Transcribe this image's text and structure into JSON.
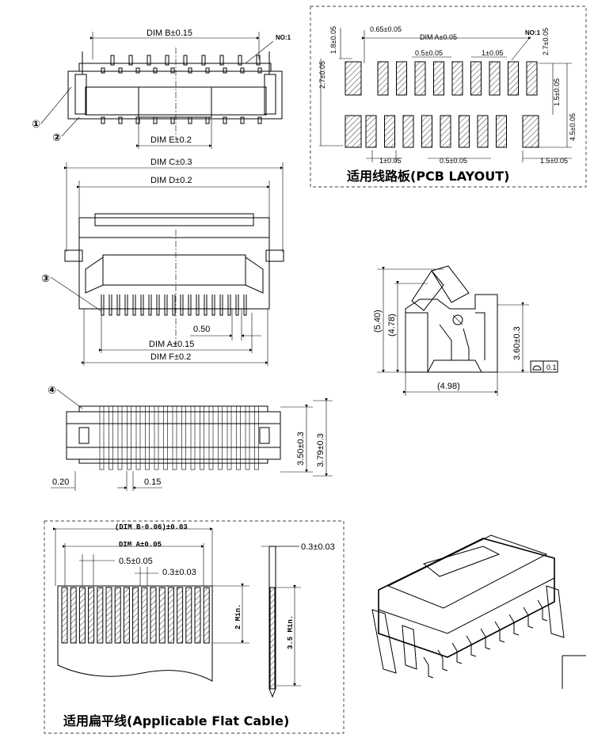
{
  "top_view": {
    "dim_b": "DIM B±0.15",
    "no1": "NO:1",
    "dim_e": "DIM E±0.2",
    "callout_1": "①",
    "callout_2": "②"
  },
  "front_view": {
    "dim_c": "DIM C±0.3",
    "dim_d": "DIM D±0.2",
    "pitch": "0.50",
    "dim_a": "DIM A±0.15",
    "dim_f": "DIM F±0.2",
    "callout_3": "③"
  },
  "bottom_view": {
    "callout_4": "④",
    "h1": "3.50±0.3",
    "h2": "3.79±0.3",
    "w1": "0.20",
    "w2": "0.15"
  },
  "pcb_layout": {
    "v_1_8": "1.8±0.05",
    "v_2_7_left": "2.7±0.05",
    "d_0_65": "0.65±0.05",
    "dim_a": "DIM A±0.05",
    "no1": "NO:1",
    "v_2_7_right": "2.7±0.05",
    "d_0_5_top": "0.5±0.05",
    "d_1_top": "1±0.05",
    "v_1_5": "1.5±0.05",
    "v_4_5": "4.5±0.05",
    "d_1_bottom": "1±0.05",
    "d_0_5_bottom": "0.5±0.05",
    "d_1_5_bottom": "1.5±0.05",
    "title": "适用线路板(PCB LAYOUT)"
  },
  "side_view": {
    "h_5_40": "(5.40)",
    "h_4_78": "(4.78)",
    "h_3_60": "3.60±0.3",
    "w_4_98": "(4.98)",
    "flatness": "0.1"
  },
  "fpc": {
    "dim_b_minus": "(DIM B-0.06)±0.03",
    "dim_a": "DIM A±0.05",
    "pitch": "0.5±0.05",
    "width": "0.3±0.03",
    "min_2": "2 Min.",
    "thickness": "0.3±0.03",
    "min_3_5": "3.5 Min.",
    "title": "适用扁平线(Applicable Flat Cable)"
  }
}
